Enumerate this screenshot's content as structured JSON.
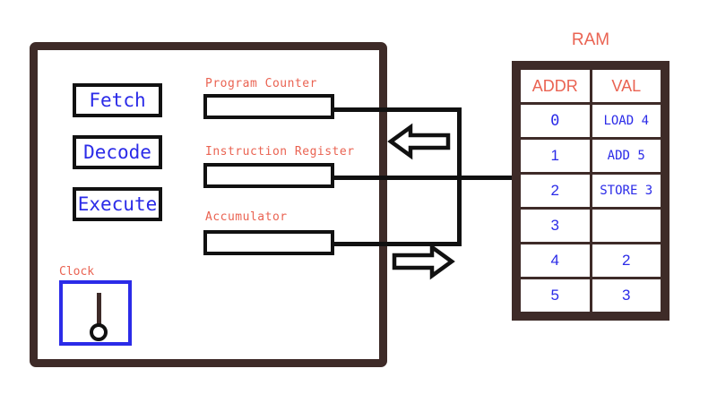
{
  "diagram": {
    "title_ram": "RAM",
    "cpu": {
      "stages": [
        {
          "name": "fetch",
          "label": "Fetch"
        },
        {
          "name": "decode",
          "label": "Decode"
        },
        {
          "name": "execute",
          "label": "Execute"
        }
      ],
      "registers": [
        {
          "name": "program-counter",
          "label": "Program Counter",
          "value": ""
        },
        {
          "name": "instruction-register",
          "label": "Instruction Register",
          "value": ""
        },
        {
          "name": "accumulator",
          "label": "Accumulator",
          "value": ""
        }
      ],
      "clock": {
        "label": "Clock"
      }
    },
    "arrows": [
      {
        "name": "read-arrow",
        "direction": "left",
        "label": ""
      },
      {
        "name": "write-arrow",
        "direction": "right",
        "label": ""
      }
    ],
    "ram": {
      "columns": [
        "ADDR",
        "VAL"
      ],
      "rows": [
        {
          "addr": "0",
          "val": "LOAD 4"
        },
        {
          "addr": "1",
          "val": "ADD 5"
        },
        {
          "addr": "2",
          "val": "STORE 3"
        },
        {
          "addr": "3",
          "val": ""
        },
        {
          "addr": "4",
          "val": "2"
        },
        {
          "addr": "5",
          "val": "3"
        }
      ]
    },
    "colors": {
      "frame": "#3E2B28",
      "label": "#EA6352",
      "text": "#2B2BE8",
      "wire": "#111111",
      "background": "#FFFFFF"
    }
  }
}
